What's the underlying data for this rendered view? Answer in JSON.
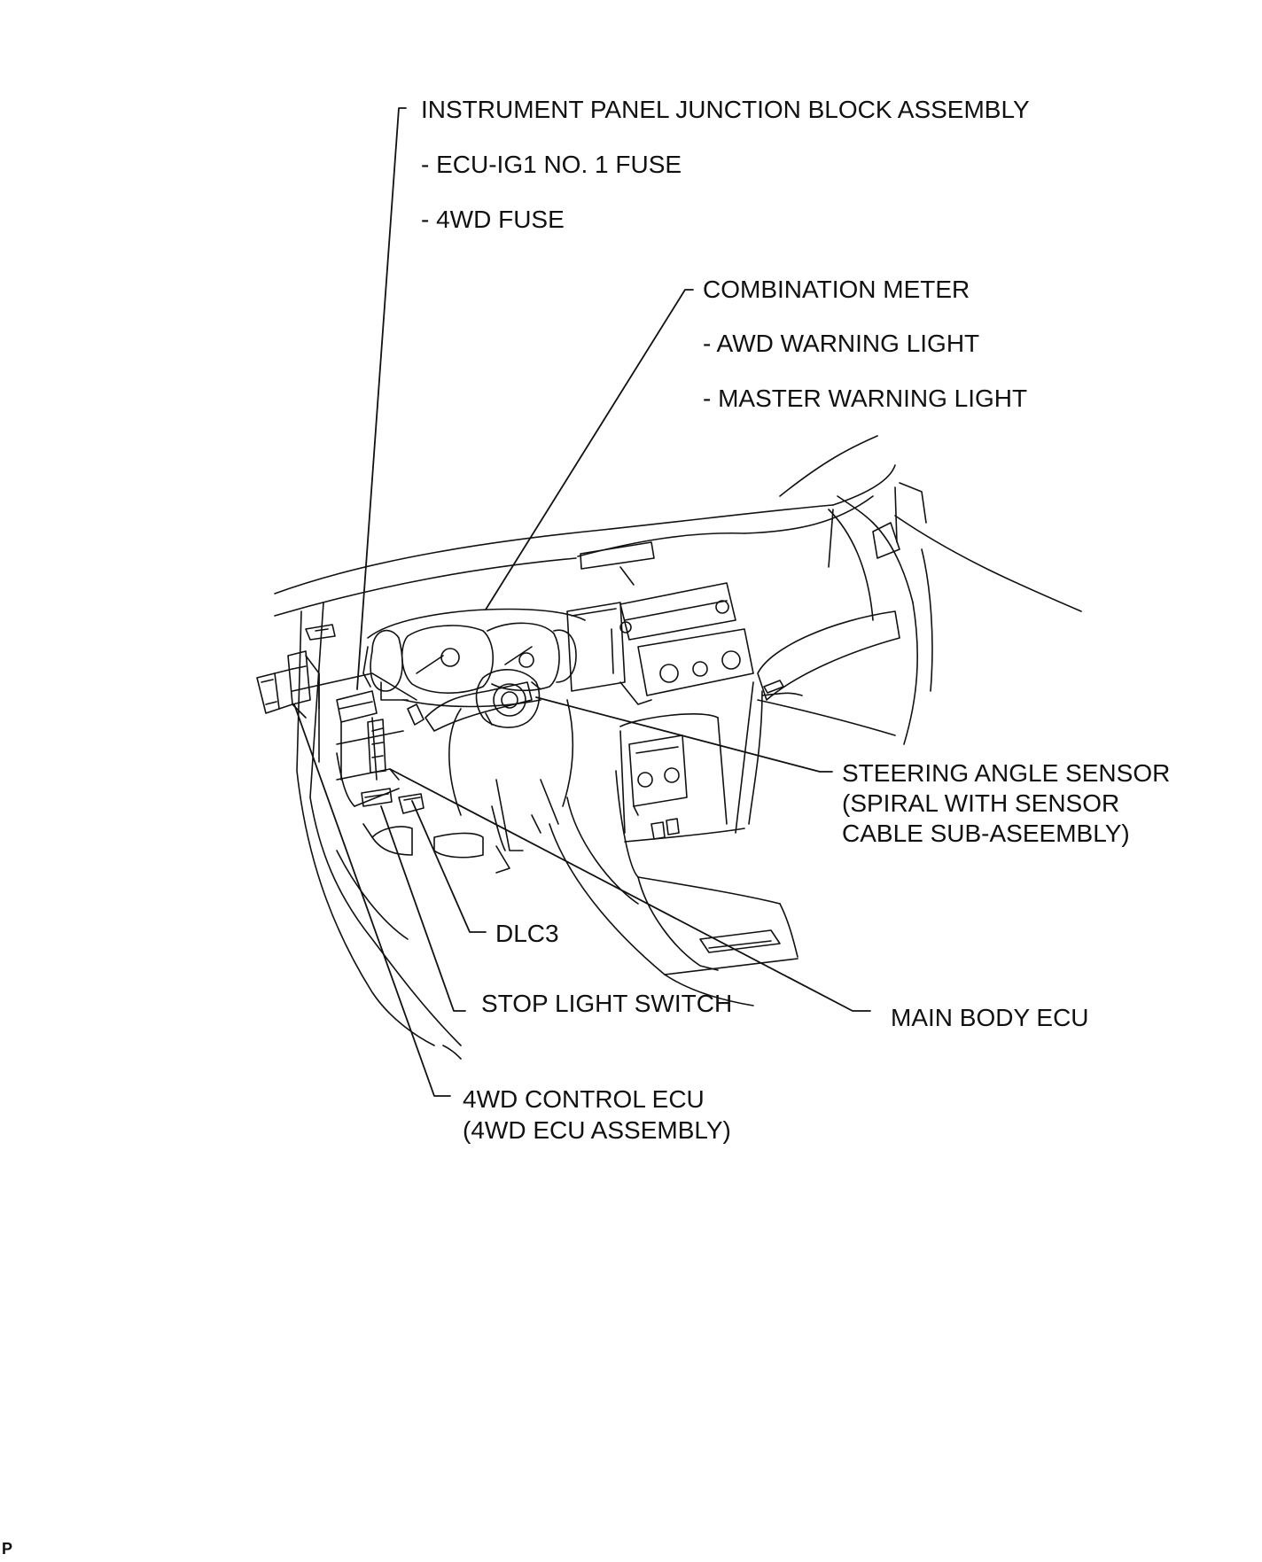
{
  "labels": {
    "ip_junction_block": "INSTRUMENT PANEL JUNCTION BLOCK ASSEMBLY",
    "ecu_ig1_fuse": "- ECU-IG1 NO. 1 FUSE",
    "fuse_4wd": "- 4WD FUSE",
    "combination_meter": "COMBINATION METER",
    "awd_warning_light": "- AWD WARNING LIGHT",
    "master_warning_light": "- MASTER WARNING LIGHT",
    "steering_angle_sensor_1": "STEERING ANGLE SENSOR",
    "steering_angle_sensor_2": "(SPIRAL WITH SENSOR",
    "steering_angle_sensor_3": "CABLE SUB-ASEEMBLY)",
    "dlc3": "DLC3",
    "stop_light_switch": "STOP LIGHT SWITCH",
    "main_body_ecu": "MAIN BODY ECU",
    "control_ecu_4wd_1": "4WD CONTROL ECU",
    "control_ecu_4wd_2": "(4WD ECU ASSEMBLY)"
  },
  "corner_mark": "P",
  "colors": {
    "line": "#111111",
    "background": "#ffffff"
  }
}
